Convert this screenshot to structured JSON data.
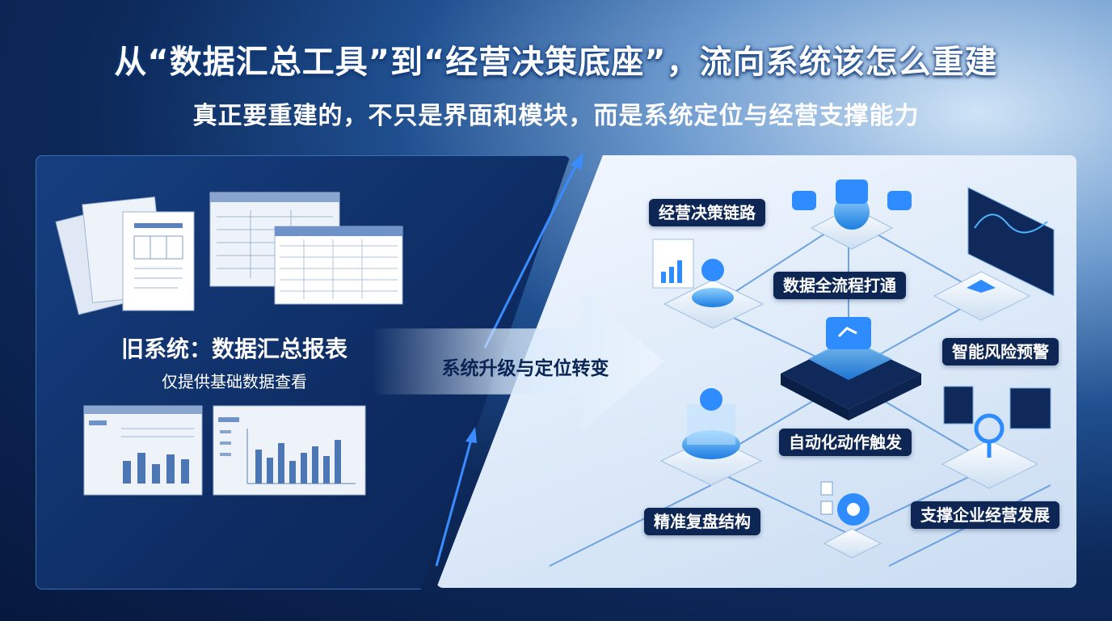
{
  "header": {
    "title": "从“数据汇总工具”到“经营决策底座”，流向系统该怎么重建",
    "subtitle": "真正要重建的，不只是界面和模块，而是系统定位与经营支撑能力"
  },
  "old_system": {
    "title": "旧系统：数据汇总报表",
    "description": "仅提供基础数据查看"
  },
  "transition": {
    "label": "系统升级与定位转变"
  },
  "new_system": {
    "nodes": [
      {
        "label": "经营决策链路"
      },
      {
        "label": "数据全流程打通"
      },
      {
        "label": "智能风险预警"
      },
      {
        "label": "自动化动作触发"
      },
      {
        "label": "精准复盘结构"
      },
      {
        "label": "支撑企业经营发展"
      }
    ]
  },
  "colors": {
    "accent": "#2f8cff",
    "dark_panel": "#0e2c63",
    "label_bg": "#0d2653"
  }
}
